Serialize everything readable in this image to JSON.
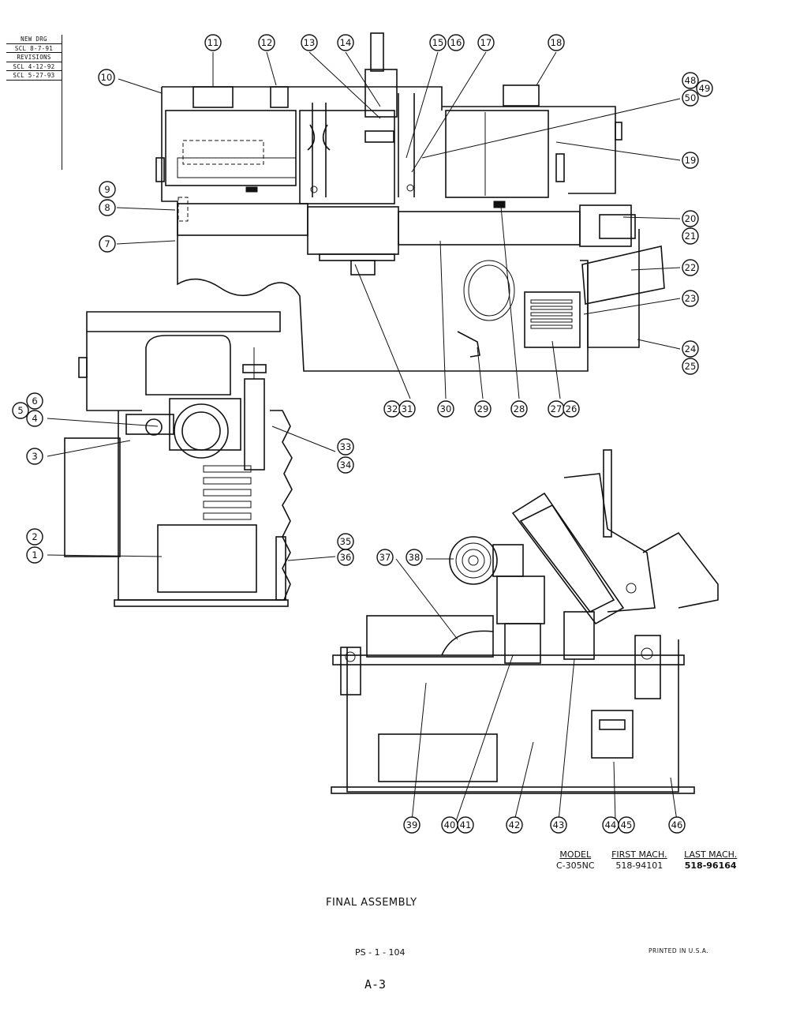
{
  "revision_block": {
    "new_drg_label": "NEW DRG",
    "new_drg_entry": "SCL 8-7-91",
    "revisions_label": "REVISIONS",
    "revision_entries": [
      "SCL 4-12-92",
      "SCL 5-27-93"
    ]
  },
  "callouts": {
    "c1": "1",
    "c2": "2",
    "c3": "3",
    "c4": "4",
    "c5": "5",
    "c6": "6",
    "c7": "7",
    "c8": "8",
    "c9": "9",
    "c10": "10",
    "c11": "11",
    "c12": "12",
    "c13": "13",
    "c14": "14",
    "c15": "15",
    "c16": "16",
    "c17": "17",
    "c18": "18",
    "c19": "19",
    "c20": "20",
    "c21": "21",
    "c22": "22",
    "c23": "23",
    "c24": "24",
    "c25": "25",
    "c26": "26",
    "c27": "27",
    "c28": "28",
    "c29": "29",
    "c30": "30",
    "c31": "31",
    "c32": "32",
    "c33": "33",
    "c34": "34",
    "c35": "35",
    "c36": "36",
    "c37": "37",
    "c38": "38",
    "c39": "39",
    "c40": "40",
    "c41": "41",
    "c42": "42",
    "c43": "43",
    "c44": "44",
    "c45": "45",
    "c46": "46",
    "c48": "48",
    "c49": "49",
    "c50": "50"
  },
  "model_table": {
    "model_header": "MODEL",
    "first_header": "FIRST MACH.",
    "last_header": "LAST MACH.",
    "model": "C-305NC",
    "first": "518-94101",
    "last": "518-96164"
  },
  "title": "FINAL ASSEMBLY",
  "drawing_number": "PS - 1 - 104",
  "printed_note": "PRINTED IN U.S.A.",
  "page_label": "A-3"
}
